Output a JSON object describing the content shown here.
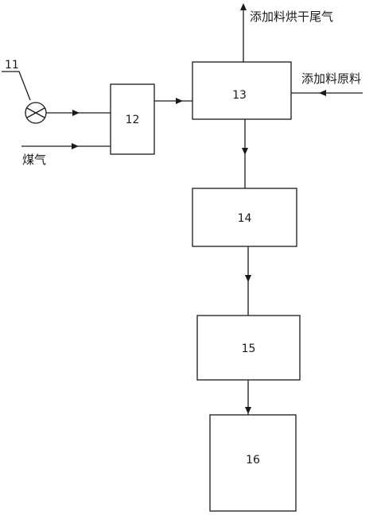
{
  "labels": {
    "fan": "11",
    "box12": "12",
    "box13": "13",
    "box14": "14",
    "box15": "15",
    "box16": "16",
    "gas_input": "煤气",
    "material_input": "添加料原料",
    "exhaust_output": "添加料烘干尾气"
  },
  "icons": {
    "fan": "circle-with-arrow-icon"
  },
  "colors": {
    "line": "#1a1a1a",
    "background": "#ffffff"
  }
}
